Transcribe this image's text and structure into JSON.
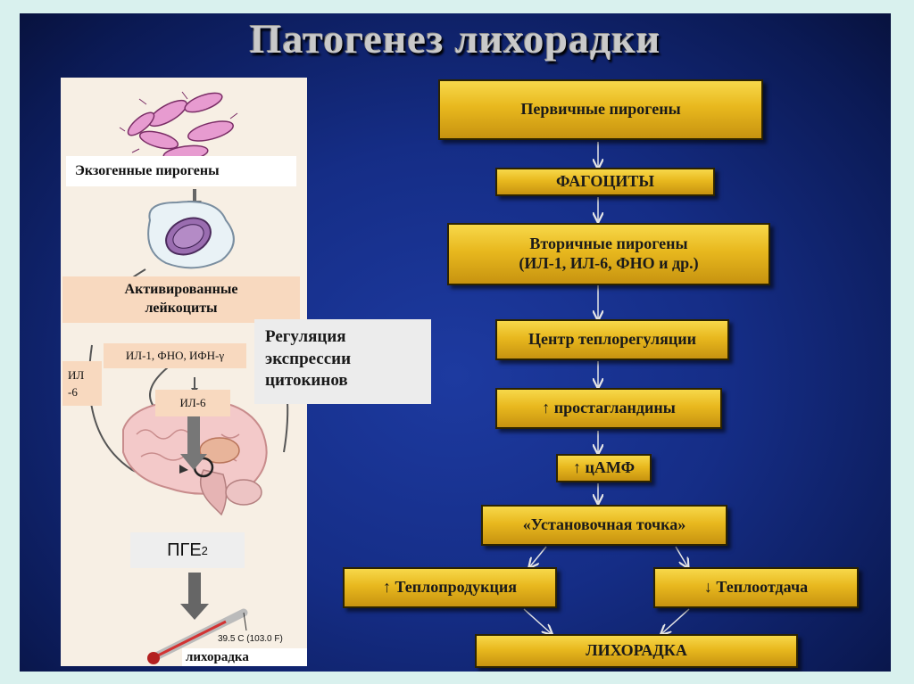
{
  "title": "Патогенез лихорадки",
  "left": {
    "exo": "Экзогенные пирогены",
    "activated_line1": "Активированные",
    "activated_line2": "лейкоциты",
    "il_list": "ИЛ-1, ФНО, ИФН-γ",
    "il6_side_1": "ИЛ",
    "il6_side_2": "-6",
    "il6": "ИЛ-6",
    "regulation_1": "Регуляция",
    "regulation_2": "экспрессии",
    "regulation_3": "цитокинов",
    "pge": "ПГЕ",
    "pge_sub": "2",
    "temp": "39.5 C (103.0 F)",
    "fever": "лихорадка"
  },
  "flow": {
    "primary": "Первичные пирогены",
    "phagocytes": "ФАГОЦИТЫ",
    "secondary_1": "Вторичные пирогены",
    "secondary_2": "(ИЛ-1, ИЛ-6, ФНО и др.)",
    "center": "Центр теплорегуляции",
    "prostaglandins": "↑ простагландины",
    "camp": "↑ цАМФ",
    "setpoint": "«Установочная точка»",
    "heat_prod": "↑ Теплопродукция",
    "heat_loss": "↓ Теплоотдача",
    "fever": "ЛИХОРАДКА"
  },
  "colors": {
    "background": "#152d86",
    "box": "#e8b81e",
    "panel": "#f7efe4",
    "label_bg": "#f8d9bf"
  }
}
